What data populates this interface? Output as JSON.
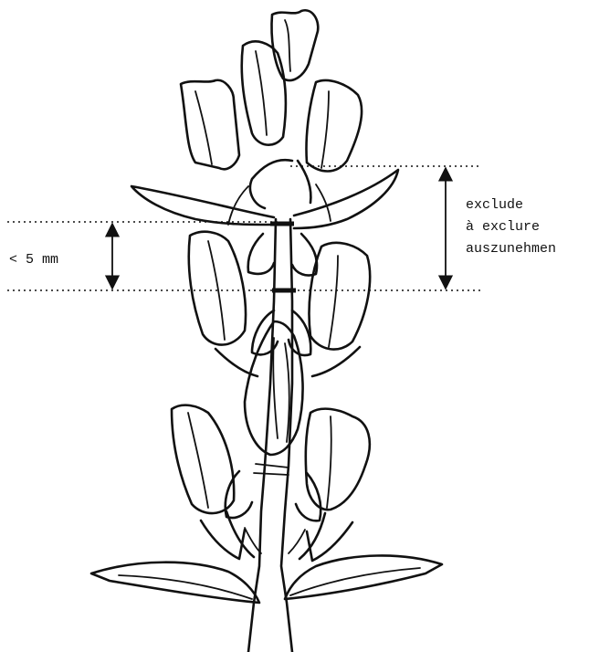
{
  "figure": {
    "left_dimension": {
      "label": "< 5 mm"
    },
    "right_dimension": {
      "lines": [
        "exclude",
        "à exclure",
        "auszunehmen"
      ]
    }
  },
  "colors": {
    "ink": "#111111",
    "background": "#ffffff"
  },
  "icons": {
    "arrow": "double-headed-arrow",
    "plant": "flower-spike-drawing"
  }
}
